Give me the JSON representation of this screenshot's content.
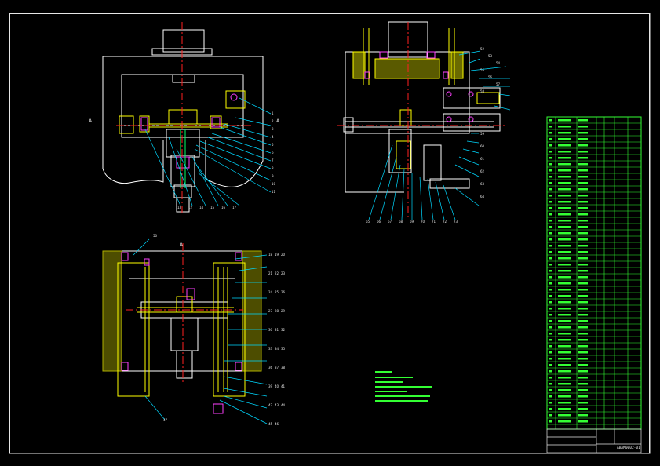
{
  "drawing": {
    "drawing_number": "ABAM0002-01",
    "colors": {
      "background": "#000000",
      "frame": "#e6e6e6",
      "outline": "#ffffff",
      "center_line": "#ff2020",
      "leader": "#00d8ff",
      "part": "#ffff00",
      "cylinder": "#ffffff",
      "hatch": "#b0b000",
      "table": "#33ff33",
      "notes": "#33ff33",
      "magenta": "#ff40ff"
    }
  },
  "views": {
    "front": {
      "section_marks": [
        "A",
        "A"
      ]
    },
    "top": {
      "section_marks": [
        "A"
      ]
    }
  },
  "balloons": {
    "front_right": [
      "1",
      "2",
      "3",
      "4",
      "5",
      "6",
      "7",
      "8",
      "9",
      "10",
      "11"
    ],
    "front_bottom": [
      "13",
      "12",
      "14",
      "15",
      "16",
      "17"
    ],
    "side_top": [
      "52",
      "53",
      "54",
      "55",
      "56",
      "57",
      "58"
    ],
    "side_right": [
      "59",
      "60",
      "61",
      "62",
      "63",
      "64"
    ],
    "side_bottom": [
      "65",
      "66",
      "67",
      "68",
      "69",
      "70",
      "71",
      "72",
      "73"
    ],
    "top_right": [
      "18",
      "19",
      "20",
      "21",
      "22",
      "23",
      "24",
      "25",
      "26",
      "27",
      "28",
      "29",
      "30",
      "31",
      "32",
      "33",
      "34",
      "35",
      "36",
      "37",
      "38",
      "39",
      "40",
      "41",
      "42",
      "43",
      "44",
      "45",
      "46"
    ],
    "top_left": [
      "50",
      "47"
    ]
  },
  "icons": [
    "section-mark-icon",
    "balloon-icon"
  ]
}
